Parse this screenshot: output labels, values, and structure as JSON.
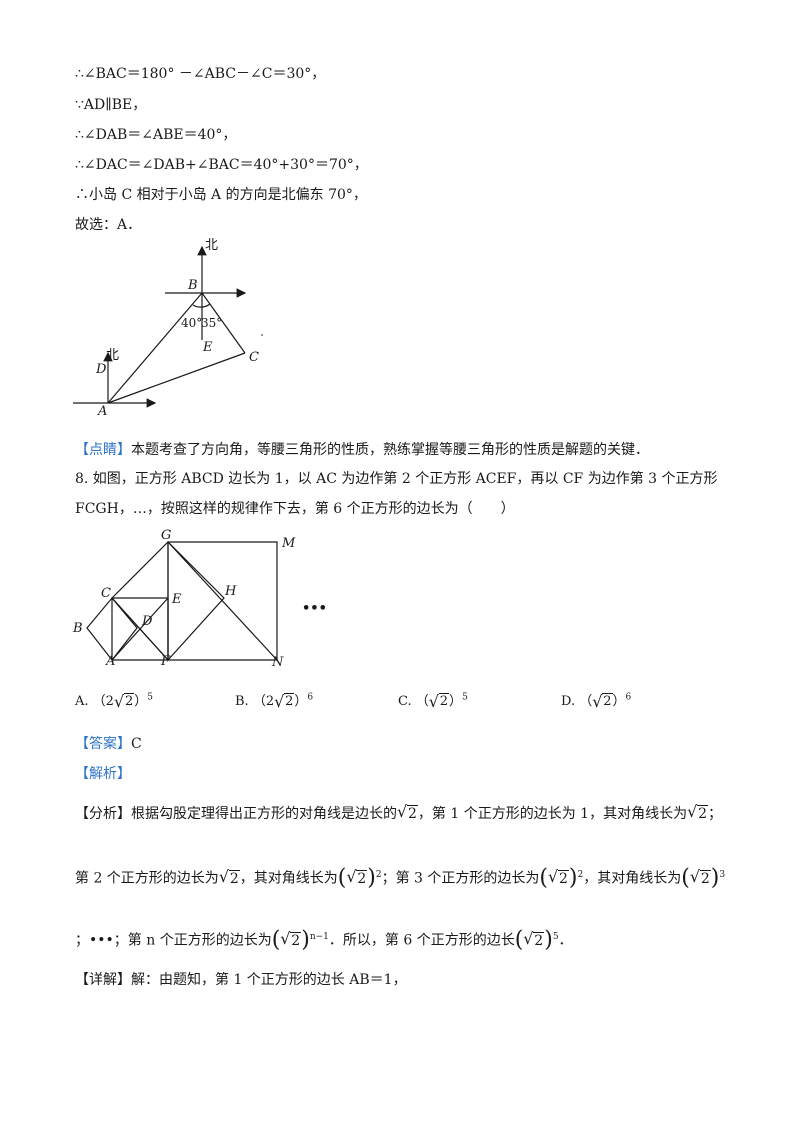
{
  "solution_lines": [
    "∴∠BAC＝180° －∠ABC－∠C＝30°，",
    "∵AD∥BE，",
    "∴∠DAB＝∠ABE＝40°，",
    "∴∠DAC＝∠DAB+∠BAC＝40°+30°＝70°，",
    "∴小岛 C 相对于小岛 A 的方向是北偏东 70°，",
    "故选：A．"
  ],
  "figure1": {
    "north_label_top": "北",
    "north_label_left": "北",
    "B": "B",
    "E": "E",
    "C": "C",
    "D": "D",
    "A": "A",
    "angle1": "40°",
    "angle2": "35°"
  },
  "comment": {
    "tag": "【点睛】",
    "text": "本题考查了方向角，等腰三角形的性质，熟练掌握等腰三角形的性质是解题的关键．"
  },
  "question": {
    "line1": "8. 如图，正方形 ABCD 边长为 1，以 AC 为边作第 2 个正方形 ACEF，再以 CF 为边作第 3 个正方形",
    "line2": "FCGH，…，按照这样的规律作下去，第 6 个正方形的边长为（　　）"
  },
  "figure2": {
    "G": "G",
    "M": "M",
    "C": "C",
    "E": "E",
    "H": "H",
    "B": "B",
    "D": "D",
    "A": "A",
    "F": "F",
    "N": "N",
    "ellipsis": "•••"
  },
  "options": [
    {
      "letter": "A.",
      "coef": "2",
      "radicand": "2",
      "power": "5"
    },
    {
      "letter": "B.",
      "coef": "2",
      "radicand": "2",
      "power": "6"
    },
    {
      "letter": "C.",
      "coef": "",
      "radicand": "2",
      "power": "5"
    },
    {
      "letter": "D.",
      "coef": "",
      "radicand": "2",
      "power": "6"
    }
  ],
  "answer": {
    "tag": "【答案】",
    "value": "C"
  },
  "analysis_tag": "【解析】",
  "analysis": {
    "tag": "【分析】",
    "p1a": "根据勾股定理得出正方形的对角线是边长的",
    "p1b": "，第 1 个正方形的边长为 1，其对角线长为",
    "p1c": "；",
    "p2a": "第 2 个正方形的边长为",
    "p2b": "，其对角线长为",
    "p2c": "；第 3 个正方形的边长为",
    "p2d": "，其对角线长为",
    "p3a": "；•••；第 n 个正方形的边长为",
    "p3b": "．所以，第 6 个正方形的边长",
    "p3c": "．",
    "exp2": "2",
    "exp3": "3",
    "expn": "n−1",
    "exp5": "5",
    "radicand": "2"
  },
  "detail": {
    "tag": "【详解】",
    "text": "解：由题知，第 1 个正方形的边长 AB＝1，"
  }
}
